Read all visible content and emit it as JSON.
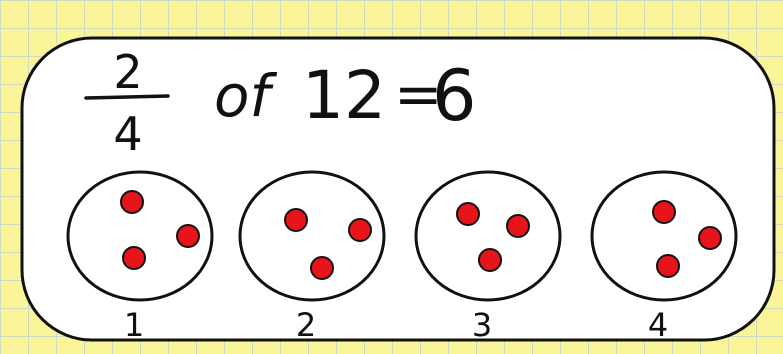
{
  "equation": {
    "numerator": "2",
    "denominator": "4",
    "of_word": "of",
    "whole": "12",
    "equals": "=",
    "result": "6"
  },
  "groups": [
    {
      "label": "1",
      "dots": 3
    },
    {
      "label": "2",
      "dots": 3
    },
    {
      "label": "3",
      "dots": 3
    },
    {
      "label": "4",
      "dots": 3
    }
  ],
  "colors": {
    "paper": "#fbf59a",
    "grid": "#cfd9c6",
    "panel": "#ffffff",
    "ink": "#111111",
    "dot": "#e8141b"
  }
}
